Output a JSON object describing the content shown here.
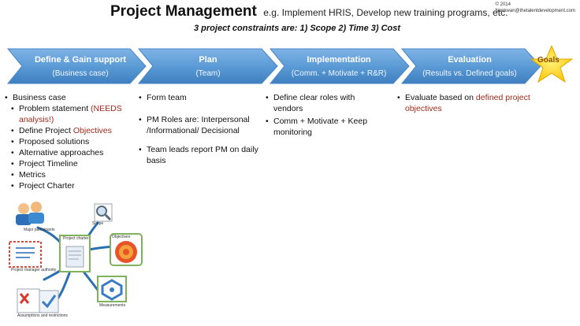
{
  "header": {
    "title": "Project Management",
    "subtitle": "e.g. Implement HRIS, Develop new training programs, etc.",
    "copyright_year": "© 2014",
    "copyright_email": "Nonkwan@thetalentdevelopment.com",
    "constraints": "3 project constraints are: 1) Scope 2) Time 3) Cost"
  },
  "colors": {
    "stage_fill": "#5b9bd5",
    "stage_fill_dark": "#3f7fc0",
    "goal_star": "#ffd000",
    "highlight_text": "#a12a1a"
  },
  "stages": [
    {
      "title": "Define & Gain support",
      "subtitle": "(Business case)"
    },
    {
      "title": "Plan",
      "subtitle": "(Team)"
    },
    {
      "title": "Implementation",
      "subtitle": "(Comm. + Motivate + R&R)"
    },
    {
      "title": "Evaluation",
      "subtitle": "(Results vs. Defined goals)"
    }
  ],
  "goals_label": "Goals",
  "define_column": {
    "top_item": "Business case",
    "problem_a": "Problem statement ",
    "problem_b": "(NEEDS analysis!)",
    "objectives_a": "Define Project ",
    "objectives_b": "Objectives",
    "items": [
      "Proposed solutions",
      "Alternative approaches",
      "Project Timeline",
      "Metrics",
      "Project Charter"
    ]
  },
  "plan_column": {
    "items": [
      "Form team",
      "PM Roles are: Interpersonal /Informational/ Decisional",
      "Team leads report PM on daily basis"
    ]
  },
  "implementation_column": {
    "items": [
      "Define clear roles with vendors",
      "Comm + Motivate + Keep monitoring"
    ]
  },
  "evaluation_column": {
    "text_a": "Evaluate based on ",
    "text_b": "defined project objectives"
  },
  "clipart_labels": {
    "participants": "Major participants",
    "charter": "Project charter",
    "scope": "Scope",
    "objectives": "Objectives",
    "authority": "Project manager authority",
    "measurements": "Measurements",
    "assumptions": "Assumptions and restrictions"
  }
}
